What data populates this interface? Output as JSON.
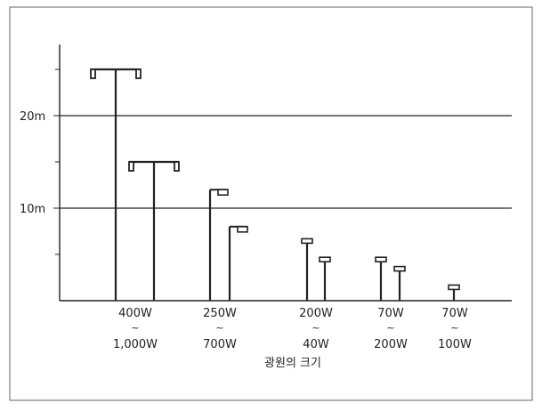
{
  "chart_data": {
    "type": "diagram",
    "title": "",
    "xlabel": "광원의 크기",
    "ylabel": "",
    "ylim": [
      0,
      28
    ],
    "yticks": [
      {
        "value": 10,
        "label": "10m"
      },
      {
        "value": 20,
        "label": "20m"
      }
    ],
    "minor_ticks": [
      5,
      15,
      25
    ],
    "gridlines": [
      10,
      20
    ],
    "groups": [
      {
        "top": "400W",
        "sep": "~",
        "bottom": "1,000W",
        "poles": [
          {
            "height": 25
          },
          {
            "height": 15
          }
        ]
      },
      {
        "top": "250W",
        "sep": "~",
        "bottom": "700W",
        "poles": [
          {
            "height": 12
          },
          {
            "height": 8
          }
        ]
      },
      {
        "top": "200W",
        "sep": "~",
        "bottom": "40W",
        "poles": [
          {
            "height": 6.5
          },
          {
            "height": 4.5
          }
        ]
      },
      {
        "top": "70W",
        "sep": "~",
        "bottom": "200W",
        "poles": [
          {
            "height": 4.5
          },
          {
            "height": 3.5
          }
        ]
      },
      {
        "top": "70W",
        "sep": "~",
        "bottom": "100W",
        "poles": [
          {
            "height": 1.5
          }
        ]
      }
    ]
  },
  "colors": {
    "ink": "#222222",
    "border": "#555555",
    "lamp_fill": "#ffffff"
  }
}
